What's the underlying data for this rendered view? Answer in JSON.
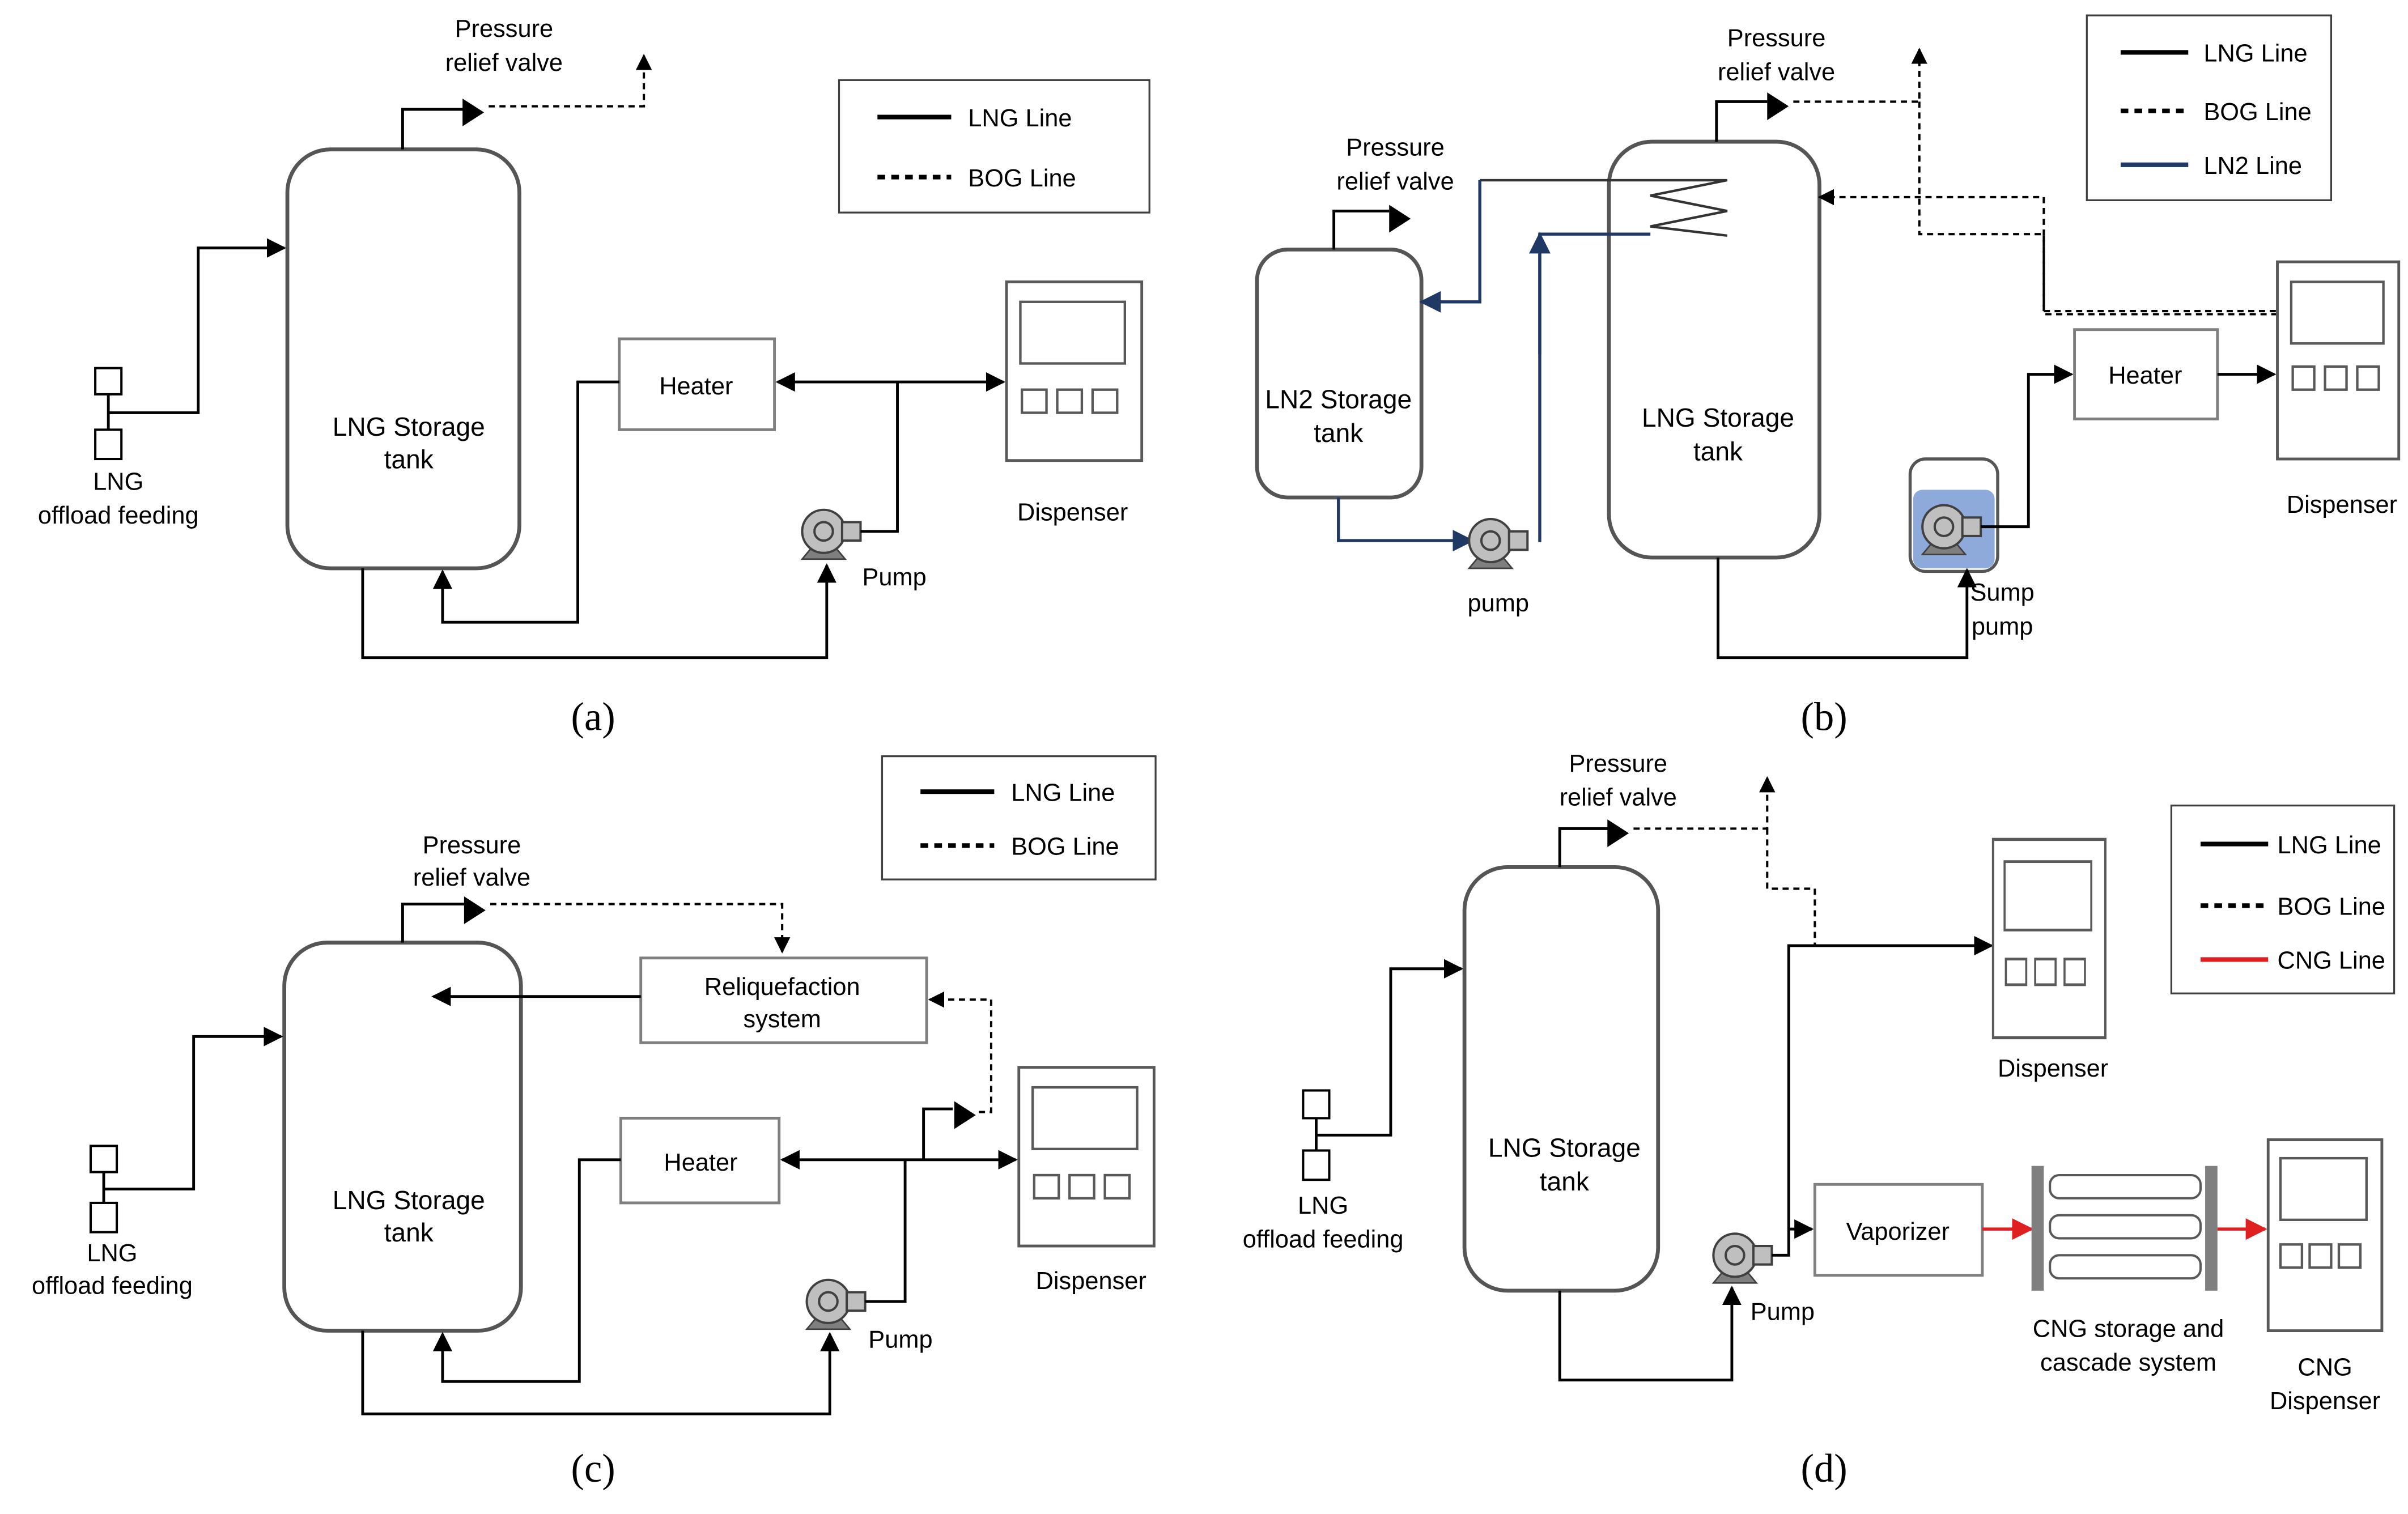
{
  "panels": {
    "a": {
      "caption": "(a)",
      "relief_valve": [
        "Pressure",
        "relief valve"
      ],
      "tank": [
        "LNG Storage",
        "tank"
      ],
      "feed": [
        "LNG",
        "offload feeding"
      ],
      "heater": "Heater",
      "pump": "Pump",
      "dispenser": "Dispenser",
      "legend": {
        "lng": "LNG Line",
        "bog": "BOG Line"
      }
    },
    "b": {
      "caption": "(b)",
      "relief_valve_main": [
        "Pressure",
        "relief valve"
      ],
      "relief_valve_ln2": [
        "Pressure",
        "relief valve"
      ],
      "ln2_tank": [
        "LN2 Storage",
        "tank"
      ],
      "tank": [
        "LNG Storage",
        "tank"
      ],
      "ln2_pump": "pump",
      "sump_pump": [
        "Sump",
        "pump"
      ],
      "heater": "Heater",
      "dispenser": "Dispenser",
      "legend": {
        "lng": "LNG Line",
        "bog": "BOG Line",
        "ln2": "LN2 Line"
      }
    },
    "c": {
      "caption": "(c)",
      "relief_valve": [
        "Pressure",
        "relief valve"
      ],
      "tank": [
        "LNG Storage",
        "tank"
      ],
      "feed": [
        "LNG",
        "offload feeding"
      ],
      "reliquefaction": [
        "Reliquefaction",
        "system"
      ],
      "heater": "Heater",
      "pump": "Pump",
      "dispenser": "Dispenser",
      "legend": {
        "lng": "LNG Line",
        "bog": "BOG Line"
      }
    },
    "d": {
      "caption": "(d)",
      "relief_valve": [
        "Pressure",
        "relief valve"
      ],
      "tank": [
        "LNG Storage",
        "tank"
      ],
      "feed": [
        "LNG",
        "offload feeding"
      ],
      "pump": "Pump",
      "dispenser": "Dispenser",
      "vaporizer": "Vaporizer",
      "cascade": [
        "CNG storage and",
        "cascade system"
      ],
      "cng_dispenser": [
        "CNG",
        "Dispenser"
      ],
      "legend": {
        "lng": "LNG Line",
        "bog": "BOG Line",
        "cng": "CNG Line"
      }
    }
  },
  "colors": {
    "liquid": "#8eaadb",
    "ln2_line": "#1f3864",
    "cng_line": "#e02020",
    "lng_line": "#000000"
  },
  "icons": [
    "pump-icon",
    "dispenser-icon",
    "valve-icon",
    "arrow-icon",
    "coil-icon"
  ]
}
